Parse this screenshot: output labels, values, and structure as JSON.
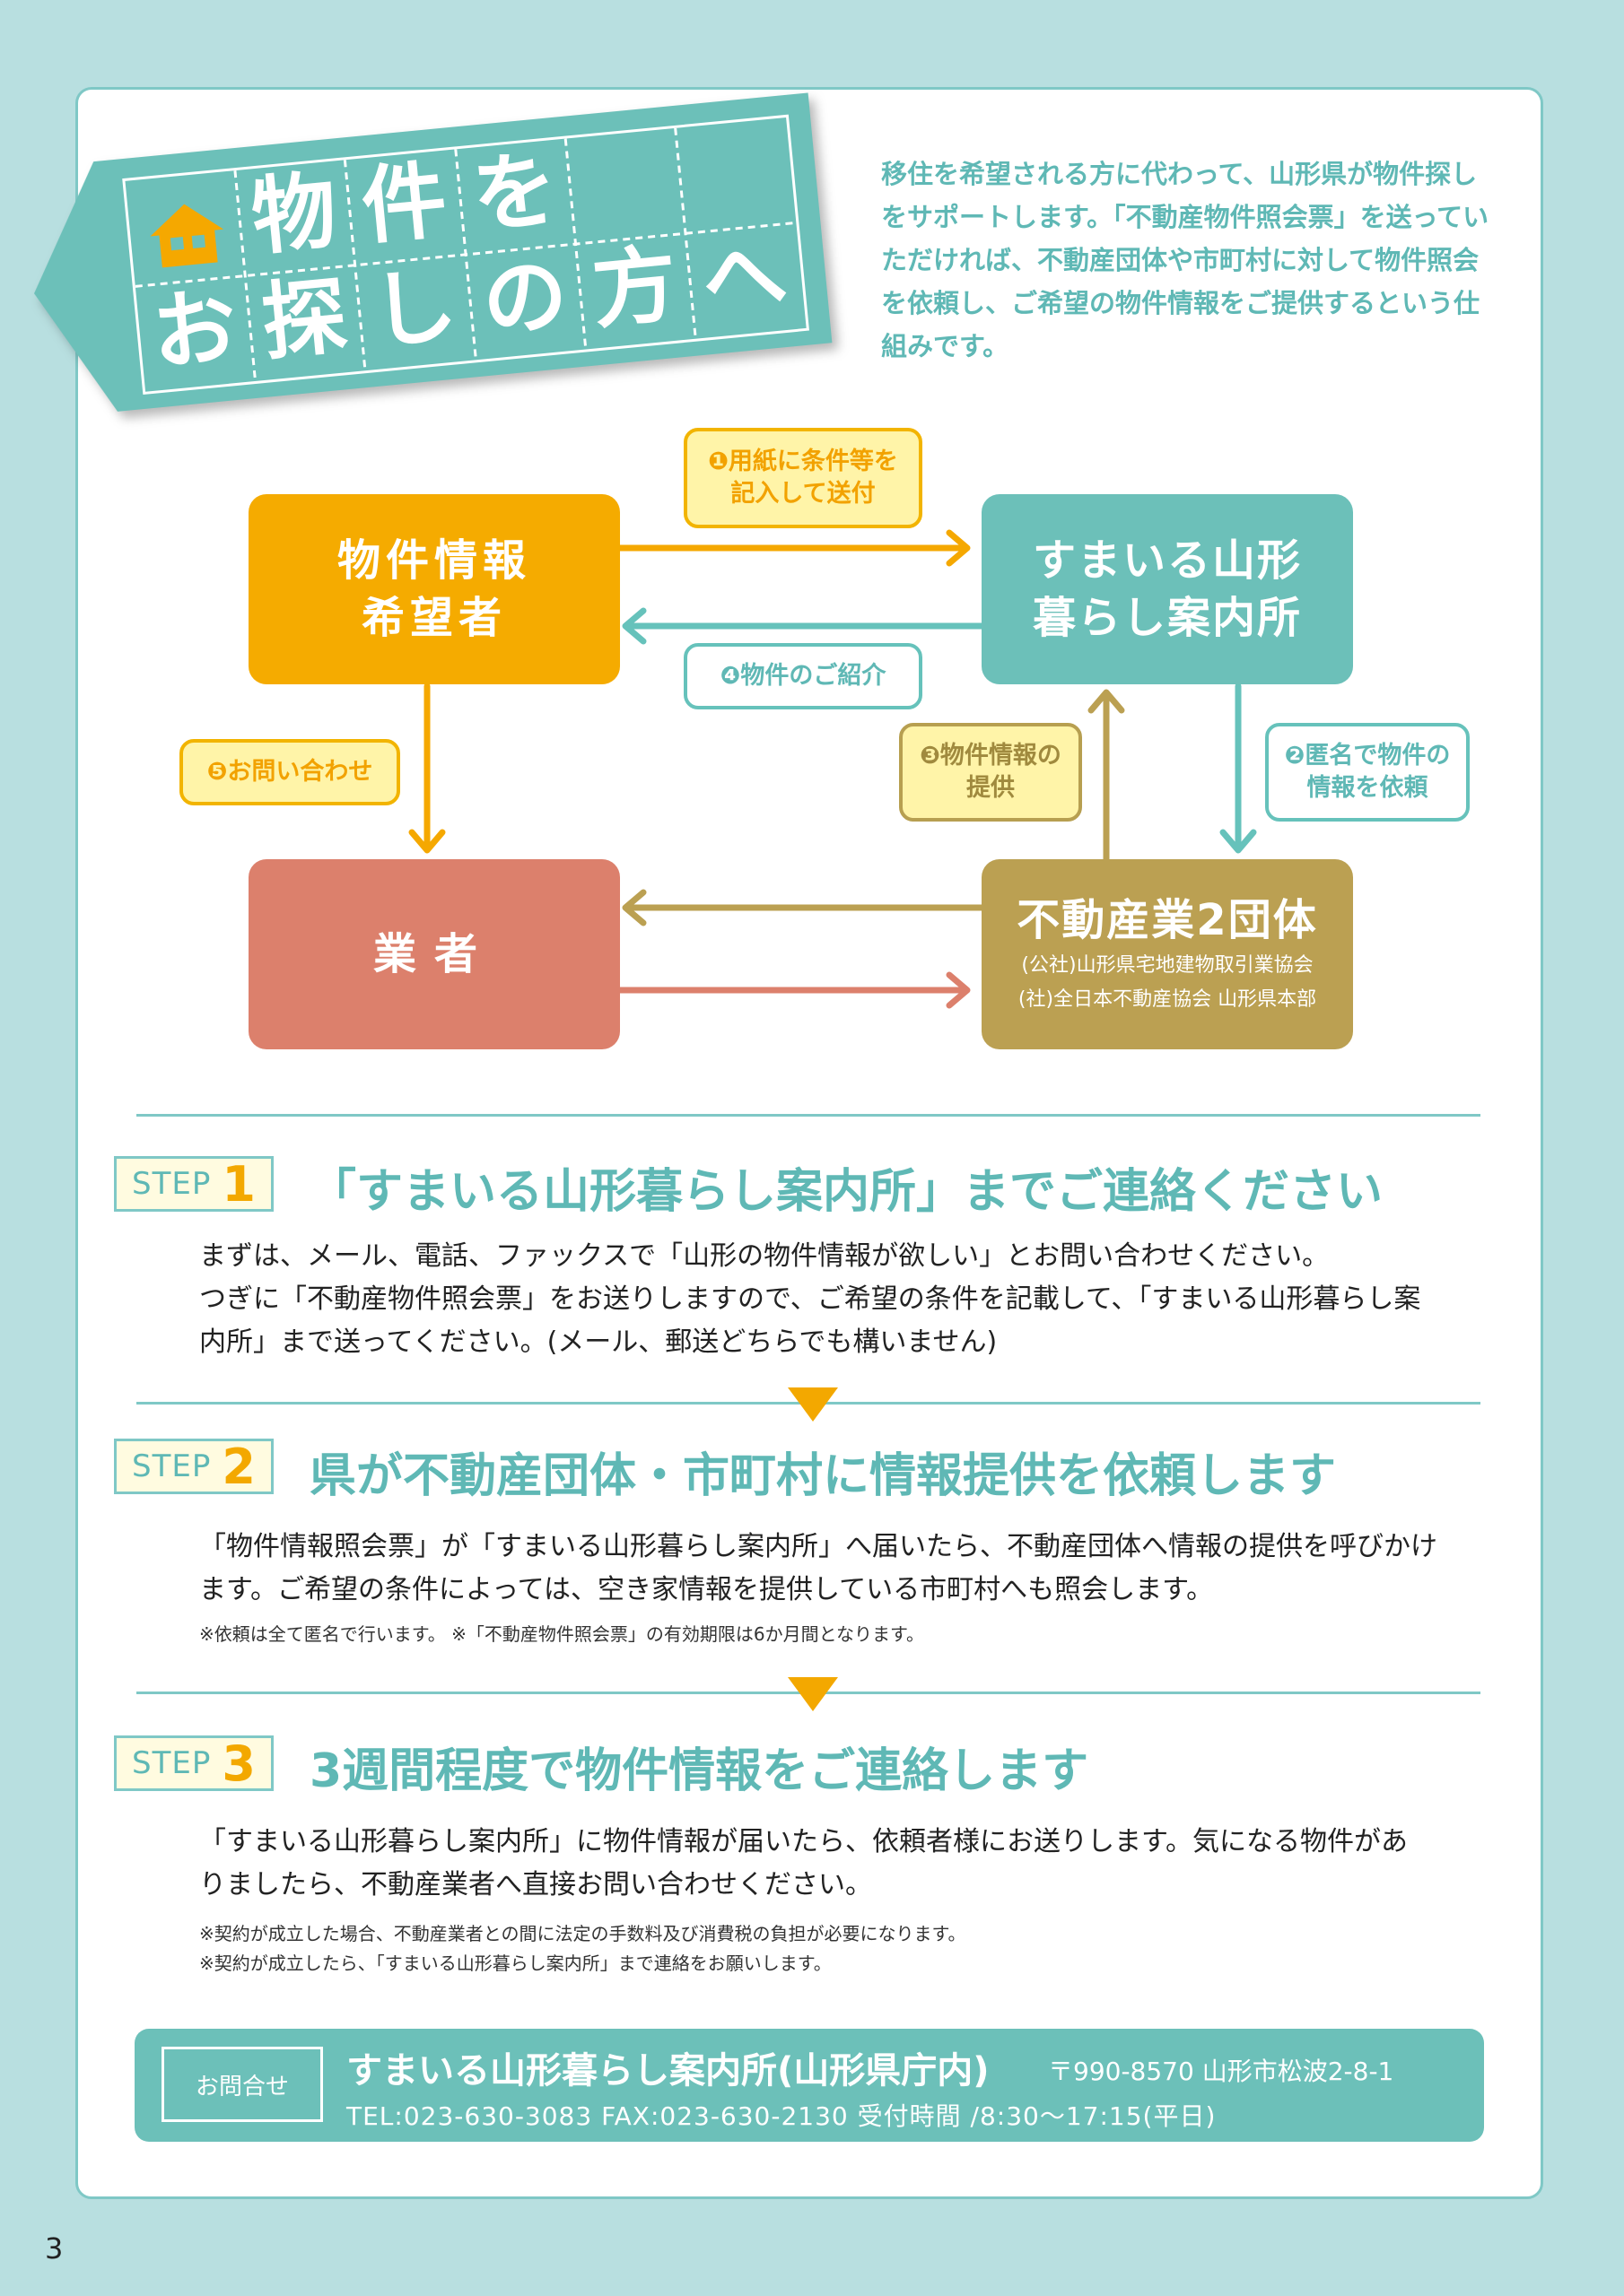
{
  "title": {
    "chars": [
      "物",
      "件",
      "を",
      "お",
      "探",
      "し",
      "の",
      "方",
      "へ"
    ],
    "icon": "house-icon"
  },
  "intro": "移住を希望される方に代わって、山形県が物件探しをサポートします。「不動産物件照会票」を送っていただければ、不動産団体や市町村に対して物件照会を依頼し、ご希望の物件情報をご提供するという仕組みです。",
  "flow": {
    "seeker": "物件情報\n希望者",
    "office": "すまいる山形\n暮らし案内所",
    "dealer": "業者",
    "groups": {
      "title": "不動産業2団体",
      "line1": "(公社)山形県宅地建物取引業協会",
      "line2": "(社)全日本不動産協会 山形県本部"
    },
    "callouts": {
      "c1": "❶用紙に条件等を\n記入して送付",
      "c2": "❷匿名で物件の\n情報を依頼",
      "c3": "❸物件情報の\n提供",
      "c4": "❹物件のご紹介",
      "c5": "❺お問い合わせ"
    }
  },
  "steps": [
    {
      "label": "STEP",
      "num": "1",
      "title": "「すまいる山形暮らし案内所」までご連絡ください",
      "lines": [
        "まずは、メール、電話、ファックスで「山形の物件情報が欲しい」とお問い合わせください。",
        "つぎに「不動産物件照会票」をお送りしますので、ご希望の条件を記載して、「すまいる山形暮らし案",
        "内所」まで送ってください。(メール、郵送どちらでも構いません)"
      ]
    },
    {
      "label": "STEP",
      "num": "2",
      "title": "県が不動産団体・市町村に情報提供を依頼します",
      "lines": [
        "「物件情報照会票」が「すまいる山形暮らし案内所」へ届いたら、不動産団体へ情報の提供を呼びかけ",
        "ます。ご希望の条件によっては、空き家情報を提供している市町村へも照会します。"
      ],
      "notes": [
        "※依頼は全て匿名で行います。 ※「不動産物件照会票」の有効期限は6か月間となります。"
      ]
    },
    {
      "label": "STEP",
      "num": "3",
      "title": "3週間程度で物件情報をご連絡します",
      "lines": [
        "「すまいる山形暮らし案内所」に物件情報が届いたら、依頼者様にお送りします。気になる物件があ",
        "りましたら、不動産業者へ直接お問い合わせください。"
      ],
      "notes": [
        "※契約が成立した場合、不動産業者との間に法定の手数料及び消費税の負担が必要になります。",
        "※契約が成立したら、「すまいる山形暮らし案内所」まで連絡をお願いします。"
      ]
    }
  ],
  "contact": {
    "label": "お問合せ",
    "name": "すまいる山形暮らし案内所(山形県庁内)",
    "address": "〒990-8570 山形市松波2-8-1",
    "tel": "TEL:023-630-3083 FAX:023-630-2130 受付時間 /8:30〜17:15(平日)"
  },
  "page_number": "3",
  "colors": {
    "teal": "#66c2bb",
    "orange": "#f5a800",
    "salmon": "#dc806c",
    "olive": "#bba052",
    "background": "#b8dfe0"
  }
}
